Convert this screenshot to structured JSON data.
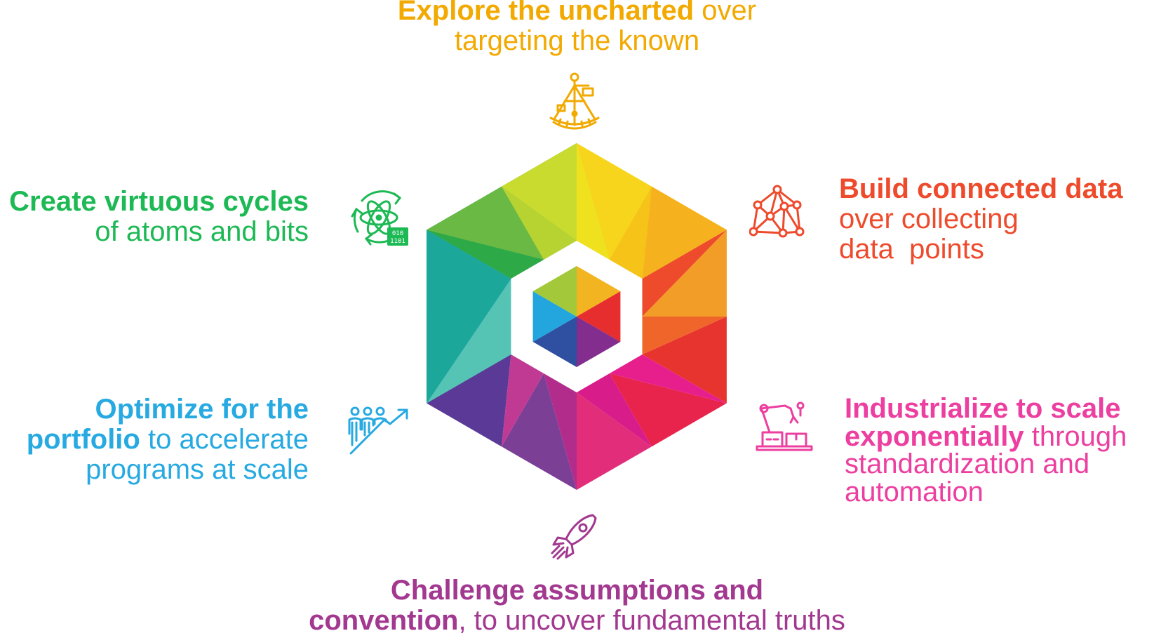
{
  "colors": {
    "yellow": "#F2A900",
    "red": "#EE4A2C",
    "pink": "#EC3FA0",
    "purple": "#A2388F",
    "blue": "#27A9E1",
    "green": "#1DB954"
  },
  "blocks": {
    "top": {
      "strong": "Explore the uncharted",
      "rest1": " over",
      "rest2": "targeting the known"
    },
    "upper_right": {
      "strong": "Build connected data",
      "line2": "over collecting",
      "line3": "data  points"
    },
    "lower_right": {
      "strong1": "Industrialize to scale",
      "strong2": "exponentially",
      "rest2": " through",
      "line3": "standardization and",
      "line4": "automation"
    },
    "bottom": {
      "strong1": "Challenge assumptions and",
      "strong2": "convention",
      "rest2": ", to uncover fundamental truths"
    },
    "lower_left": {
      "strong1": "Optimize for the",
      "strong2": "portfolio",
      "rest2": " to accelerate",
      "line3": "programs at scale"
    },
    "upper_left": {
      "strong": "Create virtuous cycles",
      "line2": "of atoms and bits"
    }
  },
  "icons": {
    "top": "sextant-icon",
    "upper_right": "network-graph-icon",
    "lower_right": "robot-arm-icon",
    "bottom": "rocket-icon",
    "lower_left": "team-growth-icon",
    "upper_left": "atom-cycle-icon",
    "upper_left_binary1": "010",
    "upper_left_binary2": "1101"
  }
}
